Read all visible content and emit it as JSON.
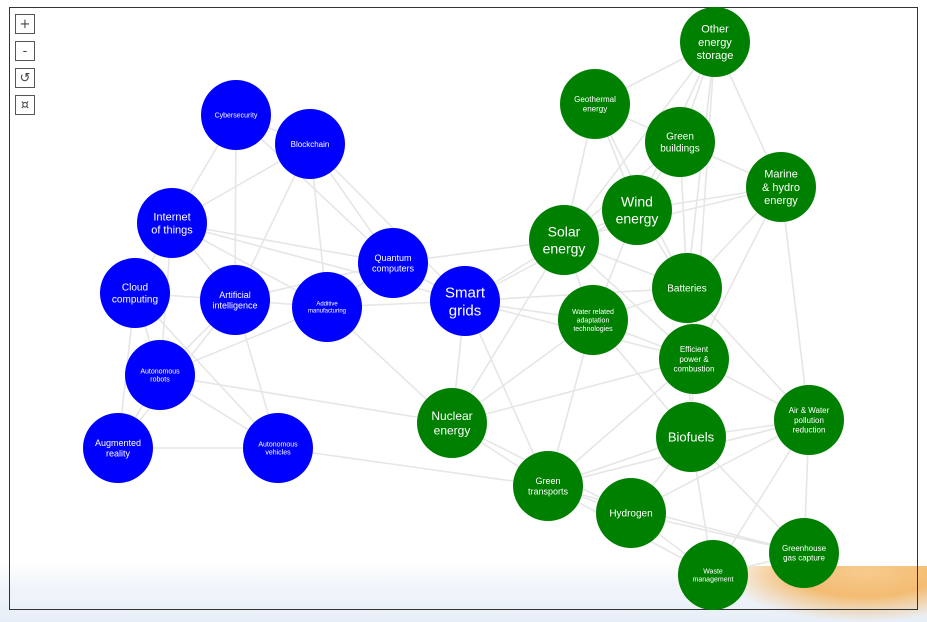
{
  "controls": {
    "zoom_in": "+",
    "zoom_out": "-",
    "reset": "↺",
    "fit": "¤"
  },
  "colors": {
    "tech_node": "#0000ff",
    "green_node": "#008000",
    "edge": "#e6e6e6",
    "label": "#ffffff"
  },
  "nodes": [
    {
      "id": "cybersecurity",
      "label": "Cybersecurity",
      "group": "tech"
    },
    {
      "id": "blockchain",
      "label": "Blockchain",
      "group": "tech"
    },
    {
      "id": "iot",
      "label": "Internet\nof things",
      "group": "tech"
    },
    {
      "id": "cloud",
      "label": "Cloud\ncomputing",
      "group": "tech"
    },
    {
      "id": "ai",
      "label": "Artificial\nintelligence",
      "group": "tech"
    },
    {
      "id": "additive",
      "label": "Additive\nmanufacturing",
      "group": "tech"
    },
    {
      "id": "quantum",
      "label": "Quantum\ncomputers",
      "group": "tech"
    },
    {
      "id": "smartgrids",
      "label": "Smart\ngrids",
      "group": "tech"
    },
    {
      "id": "robots",
      "label": "Autonomous\nrobots",
      "group": "tech"
    },
    {
      "id": "ar",
      "label": "Augmented\nreality",
      "group": "tech"
    },
    {
      "id": "vehicles",
      "label": "Autonomous\nvehicles",
      "group": "tech"
    },
    {
      "id": "other_storage",
      "label": "Other\nenergy\nstorage",
      "group": "green"
    },
    {
      "id": "geothermal",
      "label": "Geothermal\nenergy",
      "group": "green"
    },
    {
      "id": "green_buildings",
      "label": "Green\nbuildings",
      "group": "green"
    },
    {
      "id": "marine",
      "label": "Marine\n& hydro\nenergy",
      "group": "green"
    },
    {
      "id": "wind",
      "label": "Wind\nenergy",
      "group": "green"
    },
    {
      "id": "solar",
      "label": "Solar\nenergy",
      "group": "green"
    },
    {
      "id": "batteries",
      "label": "Batteries",
      "group": "green"
    },
    {
      "id": "water_adapt",
      "label": "Water related\nadaptation\ntechnologies",
      "group": "green"
    },
    {
      "id": "efficient",
      "label": "Efficient\npower &\ncombustion",
      "group": "green"
    },
    {
      "id": "nuclear",
      "label": "Nuclear\nenergy",
      "group": "green"
    },
    {
      "id": "biofuels",
      "label": "Biofuels",
      "group": "green"
    },
    {
      "id": "air_water",
      "label": "Air & Water\npollution\nreduction",
      "group": "green"
    },
    {
      "id": "green_transports",
      "label": "Green\ntransports",
      "group": "green"
    },
    {
      "id": "hydrogen",
      "label": "Hydrogen",
      "group": "green"
    },
    {
      "id": "ghg",
      "label": "Greenhouse\ngas capture",
      "group": "green"
    },
    {
      "id": "waste",
      "label": "Waste\nmanagement",
      "group": "green"
    }
  ],
  "edges": [
    [
      "cybersecurity",
      "blockchain"
    ],
    [
      "cybersecurity",
      "iot"
    ],
    [
      "cybersecurity",
      "ai"
    ],
    [
      "cybersecurity",
      "quantum"
    ],
    [
      "blockchain",
      "iot"
    ],
    [
      "blockchain",
      "ai"
    ],
    [
      "blockchain",
      "quantum"
    ],
    [
      "blockchain",
      "additive"
    ],
    [
      "blockchain",
      "smartgrids"
    ],
    [
      "iot",
      "cloud"
    ],
    [
      "iot",
      "ai"
    ],
    [
      "iot",
      "quantum"
    ],
    [
      "iot",
      "robots"
    ],
    [
      "iot",
      "smartgrids"
    ],
    [
      "iot",
      "additive"
    ],
    [
      "cloud",
      "ai"
    ],
    [
      "cloud",
      "robots"
    ],
    [
      "cloud",
      "ar"
    ],
    [
      "cloud",
      "vehicles"
    ],
    [
      "ai",
      "additive"
    ],
    [
      "ai",
      "robots"
    ],
    [
      "ai",
      "vehicles"
    ],
    [
      "ai",
      "quantum"
    ],
    [
      "ai",
      "ar"
    ],
    [
      "additive",
      "quantum"
    ],
    [
      "additive",
      "smartgrids"
    ],
    [
      "additive",
      "robots"
    ],
    [
      "additive",
      "nuclear"
    ],
    [
      "quantum",
      "smartgrids"
    ],
    [
      "quantum",
      "solar"
    ],
    [
      "robots",
      "ar"
    ],
    [
      "robots",
      "vehicles"
    ],
    [
      "robots",
      "nuclear"
    ],
    [
      "ar",
      "vehicles"
    ],
    [
      "vehicles",
      "green_transports"
    ],
    [
      "smartgrids",
      "solar"
    ],
    [
      "smartgrids",
      "wind"
    ],
    [
      "smartgrids",
      "batteries"
    ],
    [
      "smartgrids",
      "water_adapt"
    ],
    [
      "smartgrids",
      "nuclear"
    ],
    [
      "smartgrids",
      "green_transports"
    ],
    [
      "smartgrids",
      "efficient"
    ],
    [
      "solar",
      "wind"
    ],
    [
      "solar",
      "geothermal"
    ],
    [
      "solar",
      "green_buildings"
    ],
    [
      "solar",
      "other_storage"
    ],
    [
      "solar",
      "batteries"
    ],
    [
      "solar",
      "water_adapt"
    ],
    [
      "solar",
      "nuclear"
    ],
    [
      "solar",
      "marine"
    ],
    [
      "solar",
      "efficient"
    ],
    [
      "wind",
      "other_storage"
    ],
    [
      "wind",
      "green_buildings"
    ],
    [
      "wind",
      "marine"
    ],
    [
      "wind",
      "batteries"
    ],
    [
      "wind",
      "geothermal"
    ],
    [
      "wind",
      "water_adapt"
    ],
    [
      "geothermal",
      "other_storage"
    ],
    [
      "geothermal",
      "green_buildings"
    ],
    [
      "geothermal",
      "batteries"
    ],
    [
      "green_buildings",
      "other_storage"
    ],
    [
      "green_buildings",
      "marine"
    ],
    [
      "green_buildings",
      "batteries"
    ],
    [
      "other_storage",
      "marine"
    ],
    [
      "other_storage",
      "batteries"
    ],
    [
      "other_storage",
      "efficient"
    ],
    [
      "marine",
      "batteries"
    ],
    [
      "marine",
      "efficient"
    ],
    [
      "marine",
      "air_water"
    ],
    [
      "batteries",
      "efficient"
    ],
    [
      "batteries",
      "water_adapt"
    ],
    [
      "batteries",
      "biofuels"
    ],
    [
      "batteries",
      "air_water"
    ],
    [
      "water_adapt",
      "efficient"
    ],
    [
      "water_adapt",
      "green_transports"
    ],
    [
      "water_adapt",
      "biofuels"
    ],
    [
      "water_adapt",
      "nuclear"
    ],
    [
      "efficient",
      "biofuels"
    ],
    [
      "efficient",
      "air_water"
    ],
    [
      "efficient",
      "nuclear"
    ],
    [
      "efficient",
      "green_transports"
    ],
    [
      "biofuels",
      "hydrogen"
    ],
    [
      "biofuels",
      "green_transports"
    ],
    [
      "biofuels",
      "air_water"
    ],
    [
      "biofuels",
      "waste"
    ],
    [
      "biofuels",
      "ghg"
    ],
    [
      "air_water",
      "ghg"
    ],
    [
      "air_water",
      "waste"
    ],
    [
      "air_water",
      "hydrogen"
    ],
    [
      "air_water",
      "green_transports"
    ],
    [
      "nuclear",
      "green_transports"
    ],
    [
      "nuclear",
      "hydrogen"
    ],
    [
      "green_transports",
      "hydrogen"
    ],
    [
      "green_transports",
      "ghg"
    ],
    [
      "green_transports",
      "waste"
    ],
    [
      "hydrogen",
      "waste"
    ],
    [
      "hydrogen",
      "ghg"
    ],
    [
      "ghg",
      "waste"
    ]
  ]
}
